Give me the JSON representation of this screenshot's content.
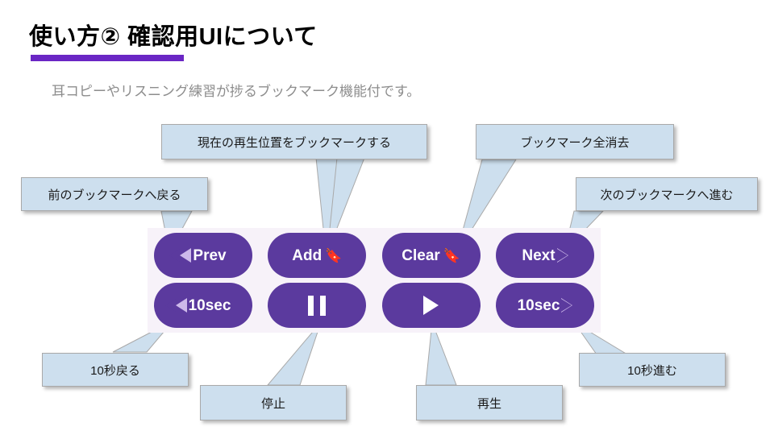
{
  "slide": {
    "title": "使い方②  確認用UIについて",
    "subtitle": "耳コピーやリスニング練習が捗るブックマーク機能付です。",
    "underline_color": "#6a26c4"
  },
  "panel": {
    "background": "#f7f2f9",
    "button_color": "#5b3a9e",
    "button_text_color": "#ffffff",
    "rows": [
      {
        "name": "bookmark-row",
        "buttons": [
          {
            "name": "prev",
            "label": "Prev",
            "icon": "triangle-left-outline-icon",
            "icon_position": "before"
          },
          {
            "name": "add",
            "label": "Add",
            "icon": "bookmark-ribbon-icon",
            "icon_glyph": "🔖",
            "icon_position": "after"
          },
          {
            "name": "clear",
            "label": "Clear",
            "icon": "bookmark-ribbon-icon",
            "icon_glyph": "🔖",
            "icon_position": "after"
          },
          {
            "name": "next",
            "label": "Next",
            "icon": "triangle-right-outline-icon",
            "icon_position": "after"
          }
        ]
      },
      {
        "name": "transport-row",
        "buttons": [
          {
            "name": "back-10sec",
            "label": "10sec",
            "icon": "triangle-left-outline-icon",
            "icon_position": "before"
          },
          {
            "name": "pause",
            "label": "",
            "icon": "pause-icon",
            "icon_position": "only"
          },
          {
            "name": "play",
            "label": "",
            "icon": "play-triangle-icon",
            "icon_position": "only"
          },
          {
            "name": "forward-10sec",
            "label": "10sec",
            "icon": "triangle-right-outline-icon",
            "icon_position": "after"
          }
        ]
      }
    ]
  },
  "callouts": {
    "fill": "#cddfee",
    "items": [
      {
        "name": "callout-add-bookmark",
        "text": "現在の再生位置をブックマークする"
      },
      {
        "name": "callout-clear-bookmarks",
        "text": "ブックマーク全消去"
      },
      {
        "name": "callout-prev-bookmark",
        "text": "前のブックマークへ戻る"
      },
      {
        "name": "callout-next-bookmark",
        "text": "次のブックマークへ進む"
      },
      {
        "name": "callout-back-10sec",
        "text": "10秒戻る"
      },
      {
        "name": "callout-pause",
        "text": "停止"
      },
      {
        "name": "callout-play",
        "text": "再生"
      },
      {
        "name": "callout-forward-10sec",
        "text": "10秒進む"
      }
    ]
  }
}
